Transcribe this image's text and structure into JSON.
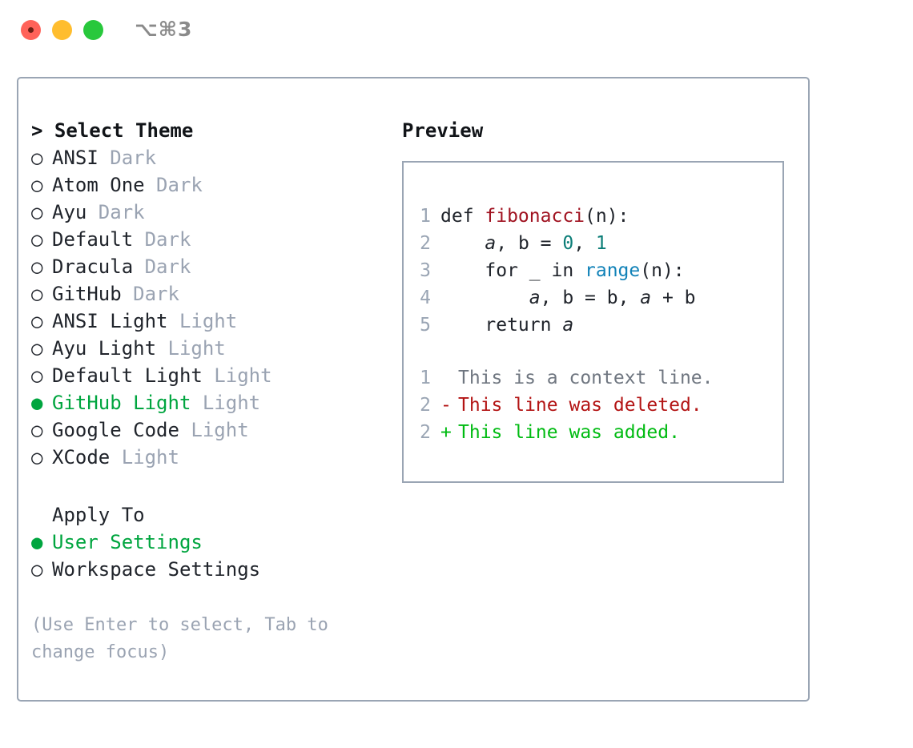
{
  "titlebar": {
    "shortcut": "⌥⌘3",
    "buttons": [
      {
        "name": "close",
        "color": "#ff6259"
      },
      {
        "name": "minimize",
        "color": "#ffbd2e"
      },
      {
        "name": "zoom",
        "color": "#28c83c"
      }
    ]
  },
  "theme_list": {
    "header": "> Select Theme",
    "selected_bullet": "●",
    "unselected_bullet": "○",
    "accent_color": "#00a53f",
    "items": [
      {
        "label": "ANSI",
        "suffix": "Dark",
        "selected": false
      },
      {
        "label": "Atom One",
        "suffix": "Dark",
        "selected": false
      },
      {
        "label": "Ayu",
        "suffix": "Dark",
        "selected": false
      },
      {
        "label": "Default",
        "suffix": "Dark",
        "selected": false
      },
      {
        "label": "Dracula",
        "suffix": "Dark",
        "selected": false
      },
      {
        "label": "GitHub",
        "suffix": "Dark",
        "selected": false
      },
      {
        "label": "ANSI Light",
        "suffix": "Light",
        "selected": false
      },
      {
        "label": "Ayu Light",
        "suffix": "Light",
        "selected": false
      },
      {
        "label": "Default Light",
        "suffix": "Light",
        "selected": false
      },
      {
        "label": "GitHub Light",
        "suffix": "Light",
        "selected": true
      },
      {
        "label": "Google Code",
        "suffix": "Light",
        "selected": false
      },
      {
        "label": "XCode",
        "suffix": "Light",
        "selected": false
      }
    ]
  },
  "apply_to": {
    "header": "Apply To",
    "items": [
      {
        "label": "User Settings",
        "selected": true
      },
      {
        "label": "Workspace Settings",
        "selected": false
      }
    ]
  },
  "hint": "(Use Enter to select, Tab to change focus)",
  "preview": {
    "title": "Preview",
    "code_lines": [
      {
        "no": "1",
        "parts": [
          {
            "text": "def ",
            "kind": "plain"
          },
          {
            "text": "fibonacci",
            "kind": "func"
          },
          {
            "text": "(n):",
            "kind": "plain"
          }
        ]
      },
      {
        "no": "2",
        "parts": [
          {
            "text": "    ",
            "kind": "plain"
          },
          {
            "text": "a",
            "kind": "var"
          },
          {
            "text": ", b = ",
            "kind": "plain"
          },
          {
            "text": "0",
            "kind": "num"
          },
          {
            "text": ", ",
            "kind": "plain"
          },
          {
            "text": "1",
            "kind": "num"
          }
        ]
      },
      {
        "no": "3",
        "parts": [
          {
            "text": "    for _ in ",
            "kind": "plain"
          },
          {
            "text": "range",
            "kind": "call"
          },
          {
            "text": "(n):",
            "kind": "plain"
          }
        ]
      },
      {
        "no": "4",
        "parts": [
          {
            "text": "        ",
            "kind": "plain"
          },
          {
            "text": "a",
            "kind": "var"
          },
          {
            "text": ", b = b, ",
            "kind": "plain"
          },
          {
            "text": "a",
            "kind": "var"
          },
          {
            "text": " + b",
            "kind": "plain"
          }
        ]
      },
      {
        "no": "5",
        "parts": [
          {
            "text": "    return ",
            "kind": "plain"
          },
          {
            "text": "a",
            "kind": "var"
          }
        ]
      }
    ],
    "diff_lines": [
      {
        "no": "1",
        "mark": " ",
        "text": "This is a context line.",
        "kind": "ctx"
      },
      {
        "no": "2",
        "mark": "-",
        "text": "This line was deleted.",
        "kind": "del"
      },
      {
        "no": "2",
        "mark": "+",
        "text": "This line was added.",
        "kind": "add"
      }
    ]
  }
}
